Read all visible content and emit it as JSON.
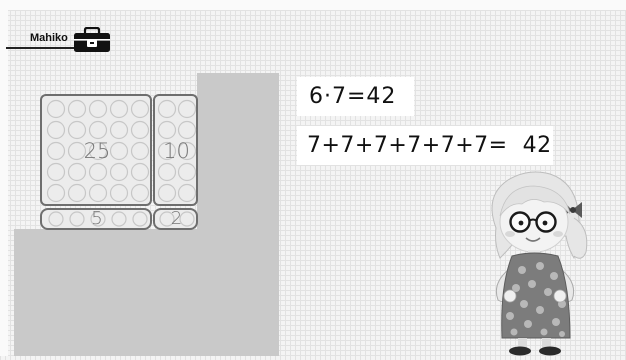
{
  "header": {
    "name_label": "Mahiko"
  },
  "icons": {
    "toolbox": "toolbox-icon"
  },
  "dot_field": {
    "big_block_label": "25",
    "tall_block_label": "10",
    "wide_block_label": "5",
    "small_block_label": "2"
  },
  "equations": {
    "multiplication": "6·7=42",
    "repeated_addition": "7+7+7+7+7+7=  42"
  },
  "character": {
    "name": "girl-with-glasses-illustration"
  },
  "colors": {
    "stair": "#c9c9c9",
    "block_border": "#6e6e6e",
    "card": "#ffffff"
  }
}
